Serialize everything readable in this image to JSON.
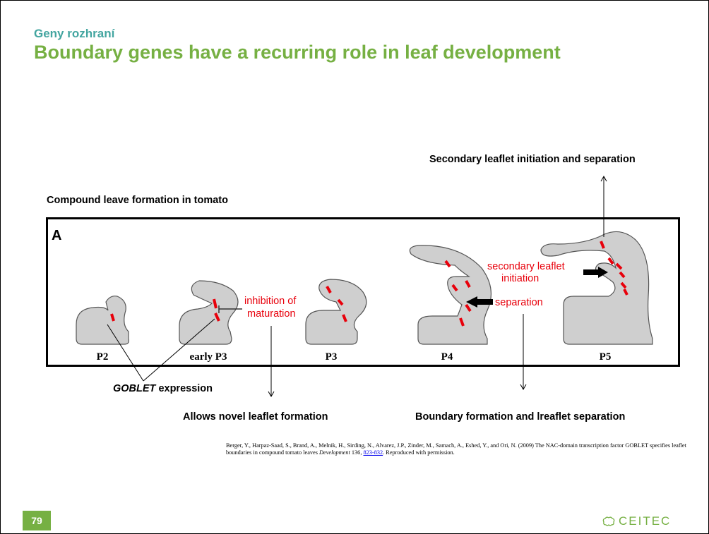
{
  "header": {
    "subtitle": "Geny rozhraní",
    "title": "Boundary genes have a recurring role in leaf development"
  },
  "labels": {
    "secondary": "Secondary leaflet initiation and separation",
    "compound": "Compound leave formation in tomato",
    "goblet_italic": "GOBLET",
    "goblet_rest": " expression",
    "allows": "Allows novel leaflet formation",
    "boundary": "Boundary formation and lreaflet separation"
  },
  "figure": {
    "panel_letter": "A",
    "stages": [
      "P2",
      "early P3",
      "P3",
      "P4",
      "P5"
    ],
    "annotations": {
      "inhibition_1": "inhibition of",
      "inhibition_2": "maturation",
      "secondary_1": "secondary leaflet",
      "secondary_2": "initiation",
      "separation": "separation"
    }
  },
  "citation": {
    "text_pre": "Berger, Y., Harpaz-Saad, S., Brand, A., Melnik, H., Sirding, N., Alvarez, J.P., Zinder, M., Samach, A., Eshed, Y., and Ori, N. (2009) The NAC-domain transcription factor GOBLET specifies leaflet boundaries in compound tomato leaves ",
    "journal": "Development",
    "volume": " 136, ",
    "pages": "823-832",
    "text_post": ".  Reproduced with permission."
  },
  "footer": {
    "page_number": "79",
    "logo_text": "CEITEC"
  },
  "colors": {
    "title_green": "#76b043",
    "subtitle_teal": "#43a5a0",
    "annotation_red": "#e8000b",
    "tissue_gray": "#cfcfcf"
  }
}
